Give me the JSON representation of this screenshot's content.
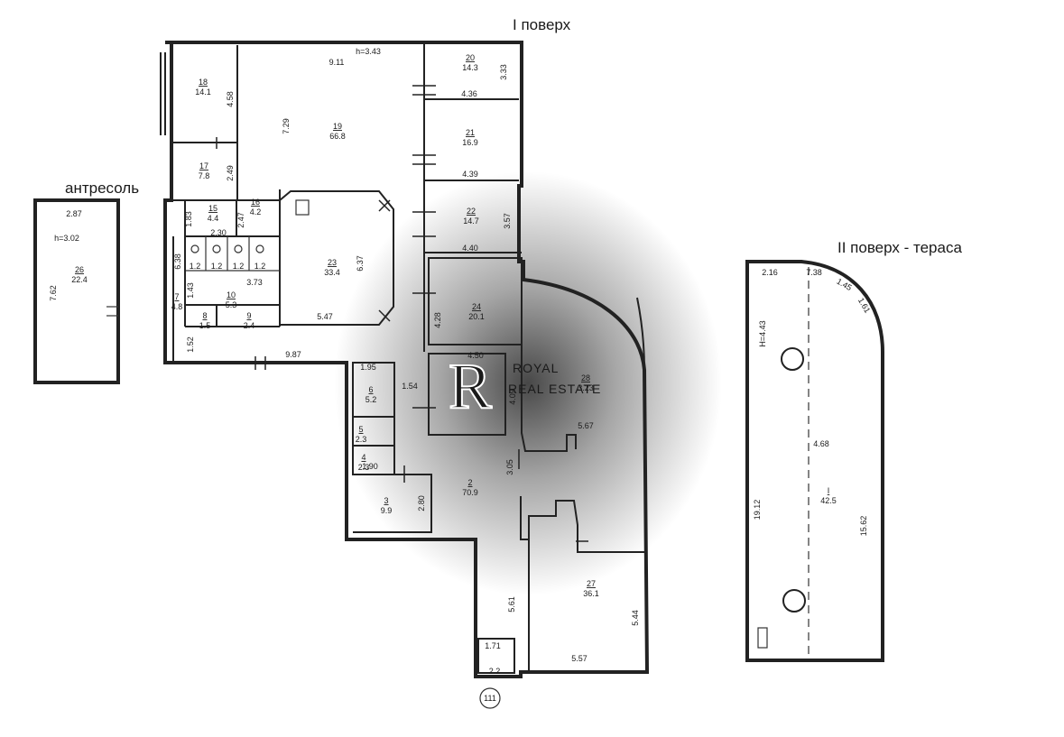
{
  "titles": {
    "floor1": "I поверх",
    "floor2": "II поверх - тераса",
    "mezzanine": "антресоль"
  },
  "watermark": {
    "line1": "ROYAL",
    "line2": "REAL ESTATE",
    "logo_letter": "R"
  },
  "rooms": [
    {
      "num": "18",
      "area": "14.1"
    },
    {
      "num": "19",
      "area": "66.8"
    },
    {
      "num": "20",
      "area": "14.3"
    },
    {
      "num": "21",
      "area": "16.9"
    },
    {
      "num": "22",
      "area": "14.7"
    },
    {
      "num": "17",
      "area": "7.8"
    },
    {
      "num": "15",
      "area": "4.4"
    },
    {
      "num": "16",
      "area": "4.2"
    },
    {
      "num": "23",
      "area": "33.4"
    },
    {
      "num": "10",
      "area": "5.3"
    },
    {
      "num": "7",
      "area": "4.8"
    },
    {
      "num": "8",
      "area": "1.5"
    },
    {
      "num": "9",
      "area": "2.4"
    },
    {
      "num": "24",
      "area": "20.1"
    },
    {
      "num": "28",
      "area": "3.23"
    },
    {
      "num": "6",
      "area": "5.2"
    },
    {
      "num": "5",
      "area": "2.3"
    },
    {
      "num": "4",
      "area": "2.3"
    },
    {
      "num": "3",
      "area": "9.9"
    },
    {
      "num": "2",
      "area": "70.9"
    },
    {
      "num": "27",
      "area": "36.1"
    },
    {
      "num": "26",
      "area": "22.4"
    },
    {
      "num": "I",
      "area": "42.5"
    }
  ],
  "small_cells": [
    "1.2",
    "1.2",
    "1.2",
    "1.2"
  ],
  "dimensions": [
    "h=3.43",
    "9.11",
    "3.33",
    "4.36",
    "4.58",
    "7.29",
    "4.39",
    "2.49",
    "1.83",
    "2.47",
    "2.30",
    "3.57",
    "4.40",
    "6.38",
    "6.37",
    "3.73",
    "1.43",
    "5.47",
    "1.52",
    "9.87",
    "4.28",
    "4.50",
    "1.95",
    "1.54",
    "4.09",
    "5.67",
    "1.90",
    "3.05",
    "2.80",
    "5.61",
    "5.44",
    "1.71",
    "2.2",
    "5.57",
    "2.87",
    "h=3.02",
    "7.62",
    "2.16",
    "7.38",
    "1.45",
    "1.61",
    "H=4.43",
    "4.68",
    "19.12",
    "15.62"
  ],
  "marker": "111"
}
